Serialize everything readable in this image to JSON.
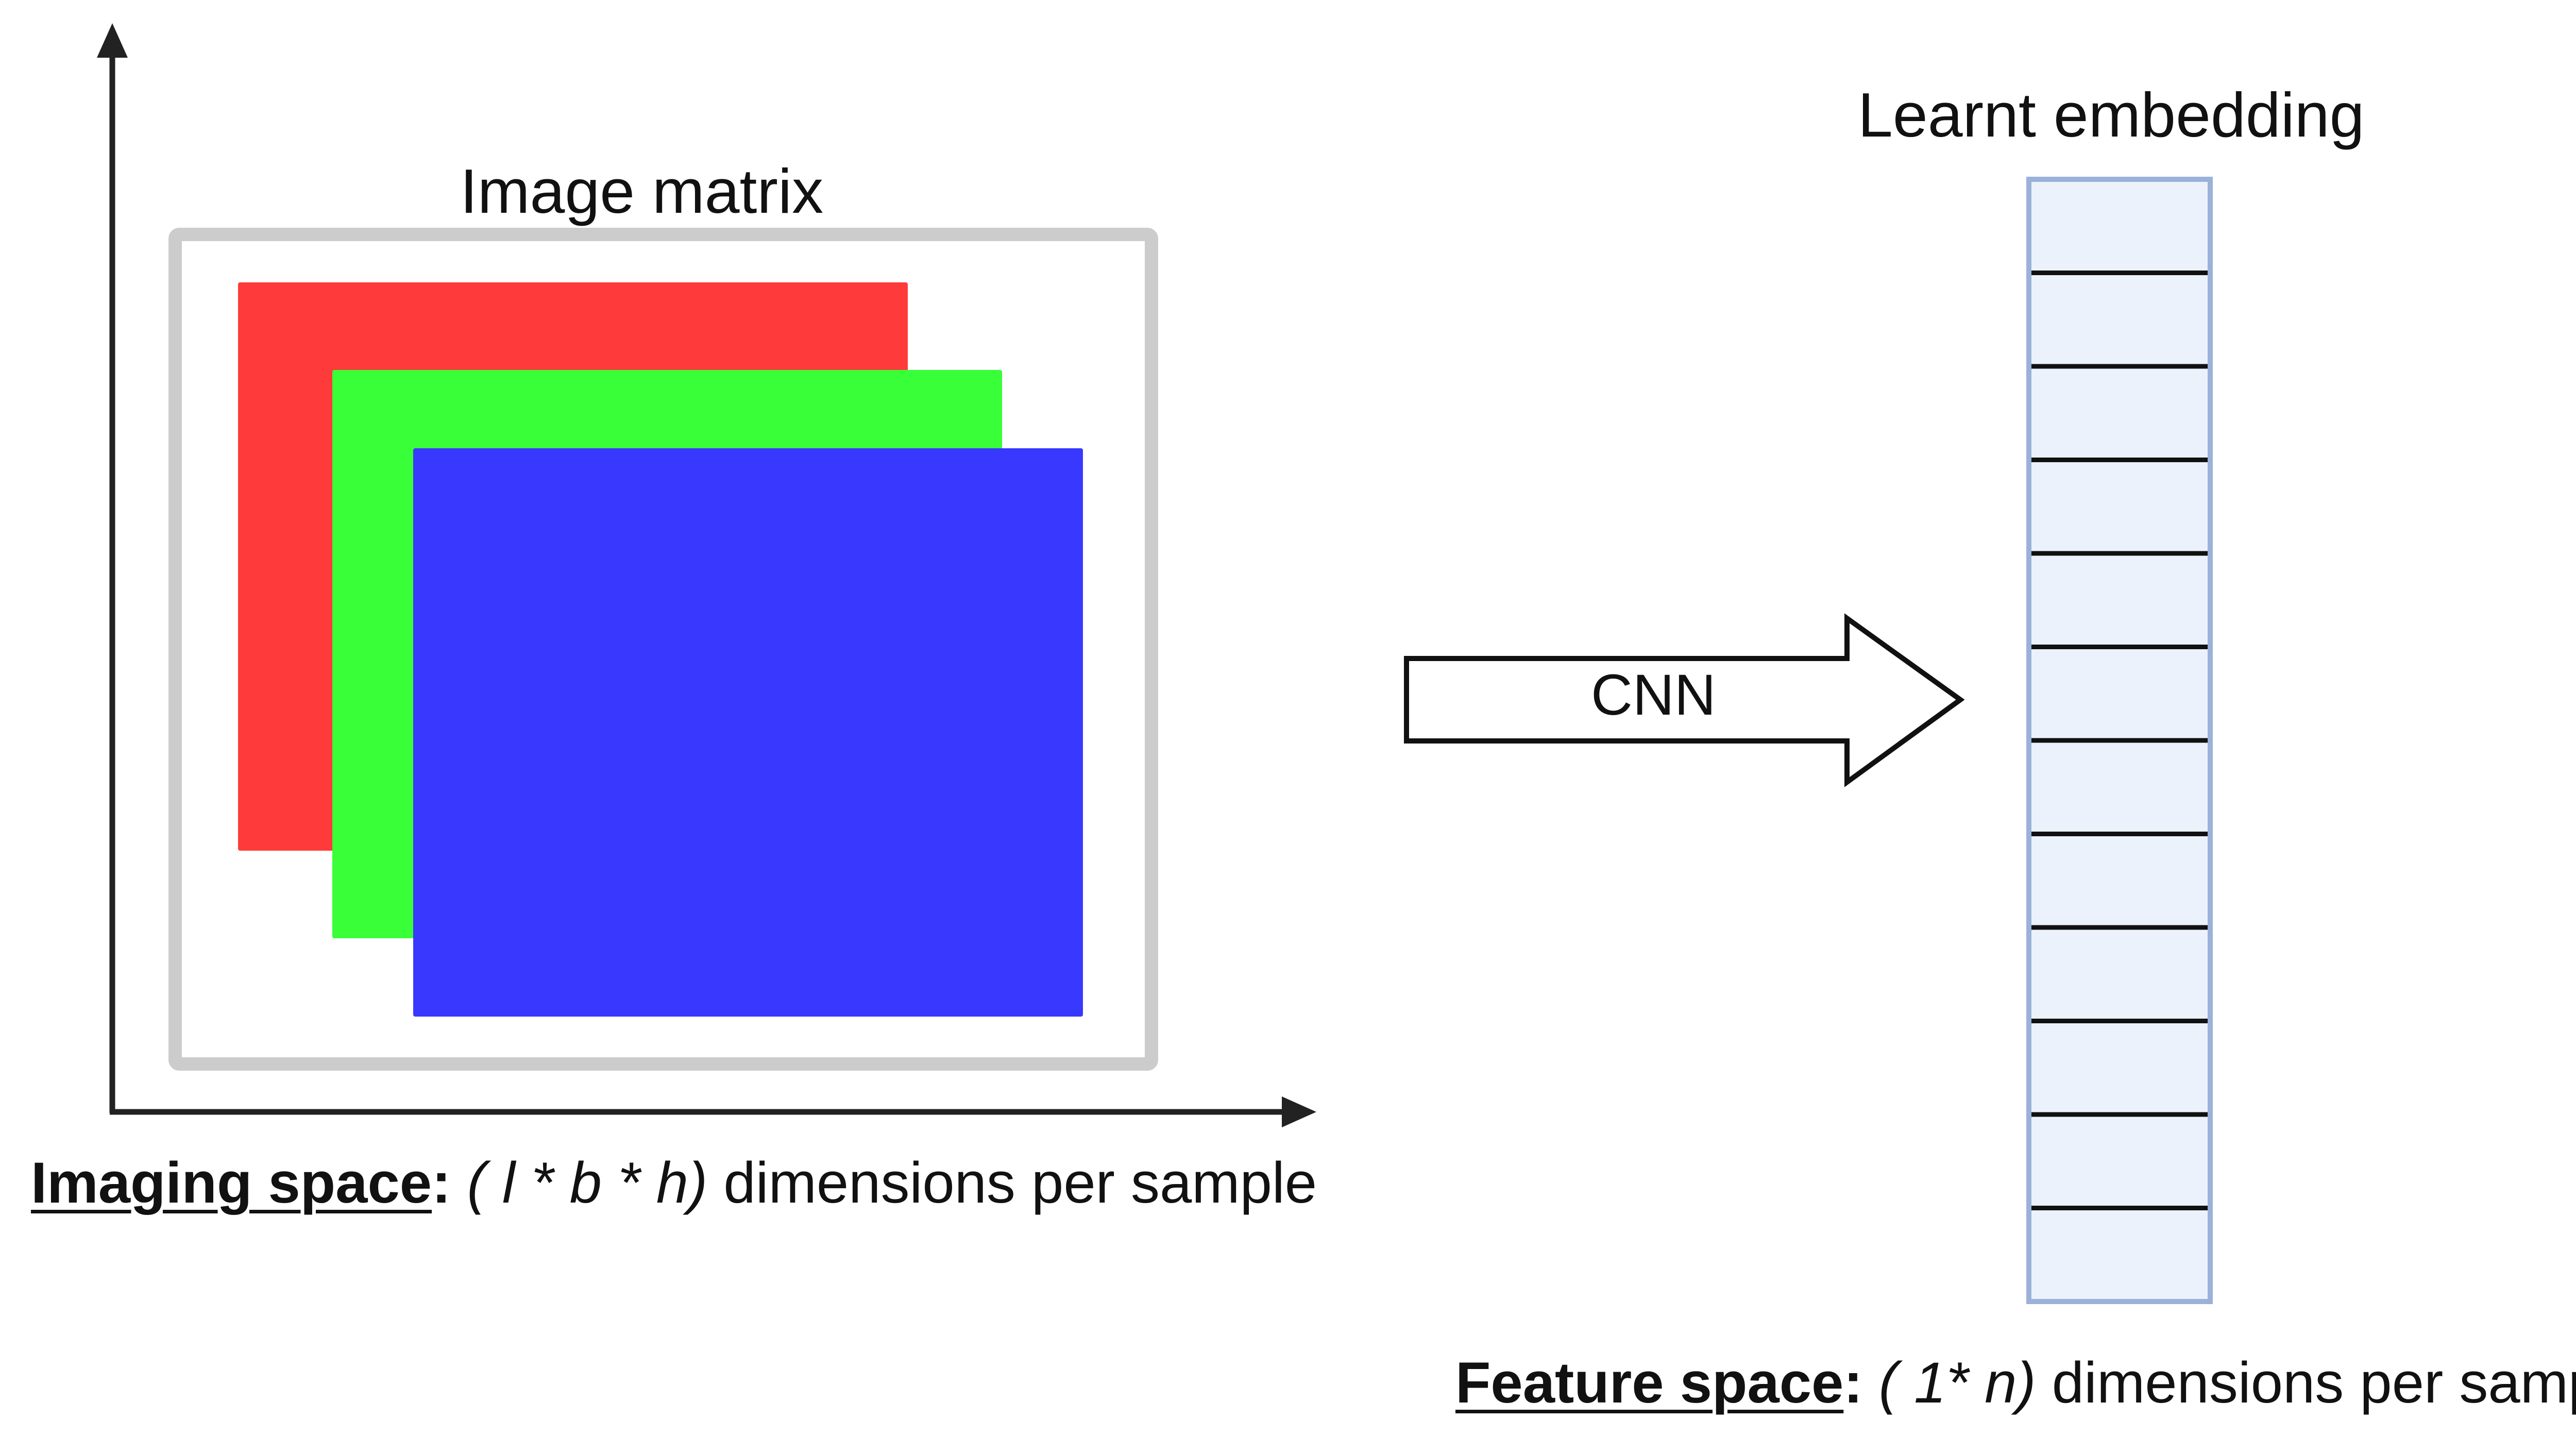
{
  "image_matrix": {
    "title": "Image matrix",
    "channels": [
      {
        "name": "red-channel",
        "color": "#ff3a3a"
      },
      {
        "name": "green-channel",
        "color": "#38ff38"
      },
      {
        "name": "blue-channel",
        "color": "#3838ff"
      }
    ],
    "frame_color": "#cccccc"
  },
  "imaging_caption": {
    "key": "Imaging space",
    "colon": ":",
    "formula": " ( l * b * h)",
    "rest": " dimensions per sample"
  },
  "arrow": {
    "label": "CNN"
  },
  "embedding": {
    "title": "Learnt embedding",
    "cells": 12,
    "fill_color": "#ebf2fc",
    "border_color": "#9bb1d9"
  },
  "feature_caption": {
    "key": "Feature space",
    "colon": ":",
    "formula": " ( 1* n)",
    "rest": " dimensions per sample"
  }
}
